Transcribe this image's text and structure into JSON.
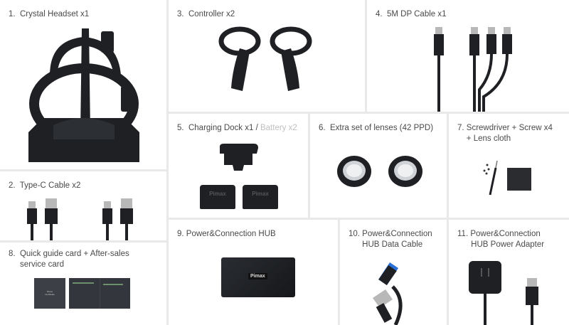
{
  "panels": [
    {
      "id": 1,
      "label": "1.  Crystal Headset x1",
      "item": "headset"
    },
    {
      "id": 2,
      "label": "2.  Type-C Cable x2",
      "item": "type-c-cable"
    },
    {
      "id": 3,
      "label": "3.  Controller x2",
      "item": "controller"
    },
    {
      "id": 4,
      "label": "4.  5M DP Cable x1",
      "item": "dp-cable"
    },
    {
      "id": 5,
      "label": "5.  Charging Dock x1 / ",
      "label_muted": "Battery x2",
      "item": "charging-dock",
      "battery_brand": "Pimax"
    },
    {
      "id": 6,
      "label": "6.  Extra set of lenses (42 PPD)",
      "item": "lenses"
    },
    {
      "id": 7,
      "label": "7. Screwdriver + Screw x4\n    + Lens cloth",
      "item": "screwdriver"
    },
    {
      "id": 8,
      "label": "8.  Quick guide card + After-sales\n     service card",
      "item": "cards",
      "card_text": "Pimax\nCertificate"
    },
    {
      "id": 9,
      "label": "9. Power&Connection HUB",
      "item": "hub",
      "hub_brand": "Pimax"
    },
    {
      "id": 10,
      "label": "10. Power&Connection\n      HUB Data Cable",
      "item": "hub-data-cable"
    },
    {
      "id": 11,
      "label": "11. Power&Connection\n      HUB Power Adapter",
      "item": "power-adapter"
    }
  ],
  "colors": {
    "background": "#e9e9e9",
    "panel": "#ffffff",
    "text": "#4a4a4a",
    "muted_text": "#c0c0c0",
    "product_dark": "#1e2024"
  }
}
